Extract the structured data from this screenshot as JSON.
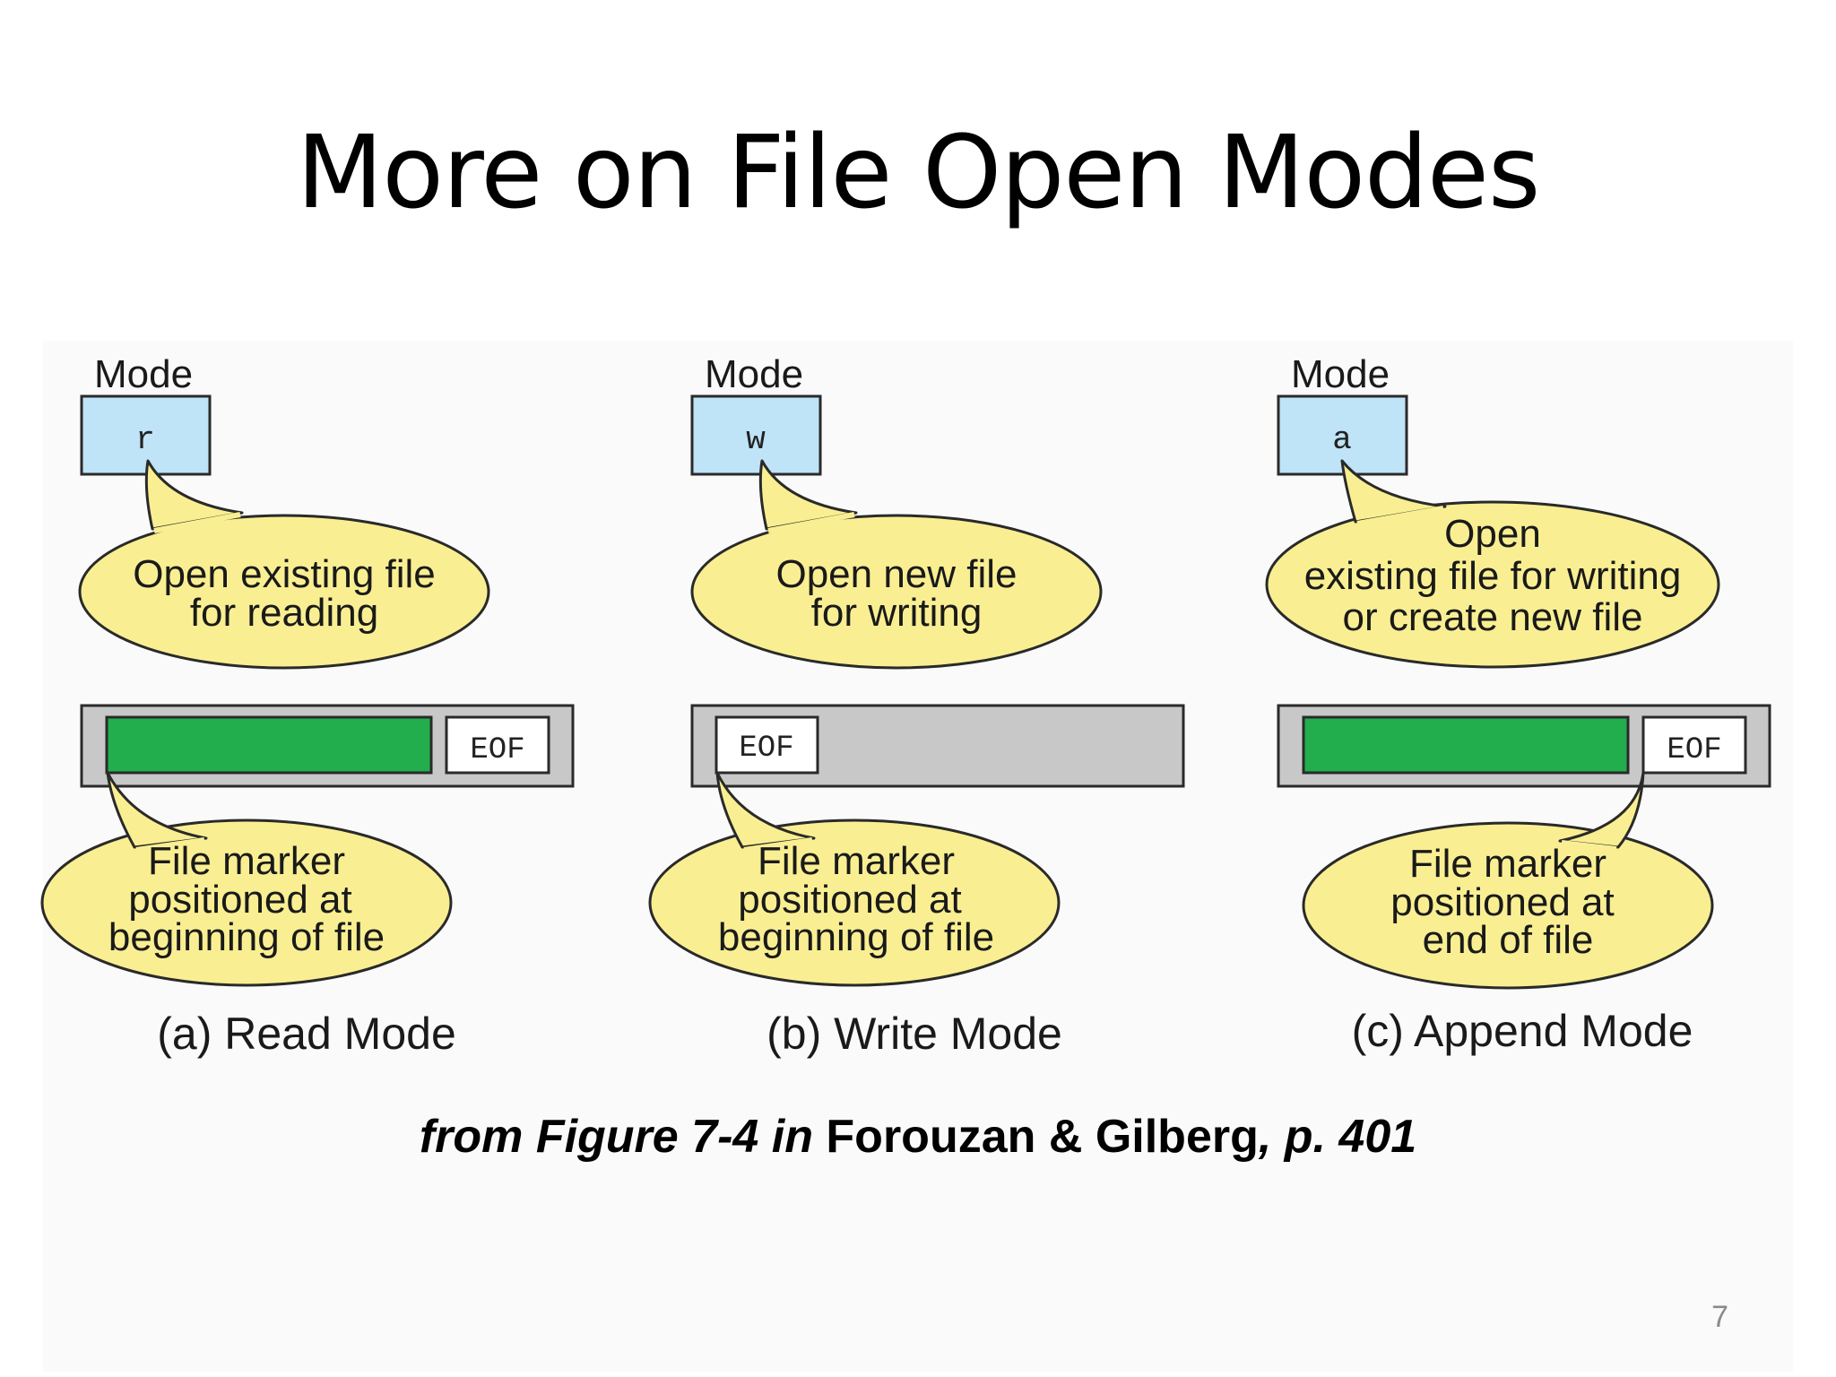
{
  "slide": {
    "title": "More on File Open Modes",
    "page_number": "7"
  },
  "caption": {
    "part1": "from Figure 7-4 in",
    "part2": "Forouzan & Gilberg",
    "part3": ", p. 401"
  },
  "colors": {
    "mode_box": "#bfe3f7",
    "bubble": "#f9ef92",
    "file_bar": "#c8c8c8",
    "data_fill": "#22ae4c"
  },
  "panels": [
    {
      "mode_heading": "Mode",
      "mode_value": "r",
      "open_bubble_lines": [
        "Open existing file",
        "for reading"
      ],
      "eof_label": "EOF",
      "marker_bubble_lines": [
        "File marker",
        "positioned at",
        "beginning of file"
      ],
      "label": "(a) Read Mode"
    },
    {
      "mode_heading": "Mode",
      "mode_value": "w",
      "open_bubble_lines": [
        "Open new file",
        "for writing"
      ],
      "eof_label": "EOF",
      "marker_bubble_lines": [
        "File marker",
        "positioned at",
        "beginning of file"
      ],
      "label": "(b) Write Mode"
    },
    {
      "mode_heading": "Mode",
      "mode_value": "a",
      "open_bubble_lines": [
        "Open",
        "existing file for writing",
        "or create new file"
      ],
      "eof_label": "EOF",
      "marker_bubble_lines": [
        "File marker",
        "positioned at",
        "end of file"
      ],
      "label": "(c) Append Mode"
    }
  ]
}
